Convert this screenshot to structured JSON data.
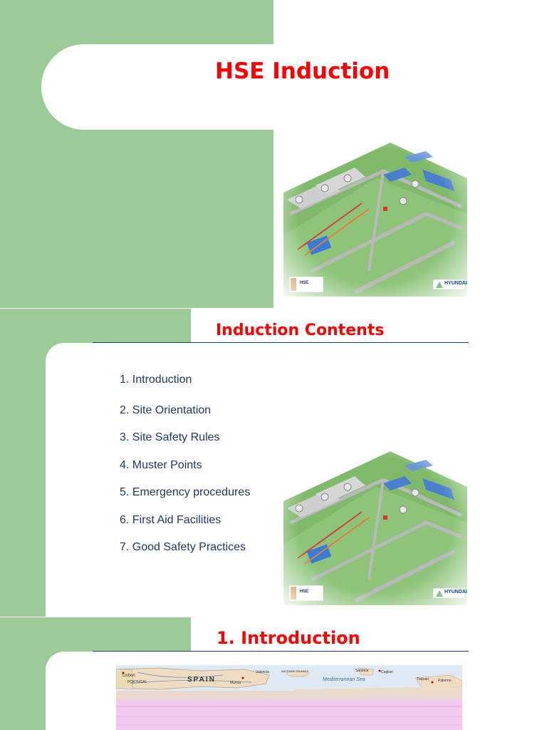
{
  "slide1": {
    "title": "HSE Induction"
  },
  "slide2": {
    "title": "Induction Contents",
    "items": [
      "1. Introduction",
      "2. Site Orientation",
      "3. Site Safety Rules",
      "4. Muster Points",
      "5. Emergency procedures",
      "6. First Aid Facilities",
      "7. Good Safety Practices"
    ]
  },
  "slide3": {
    "title": "1. Introduction",
    "map_labels": {
      "spain": "SPAIN",
      "portugal": "PORTUGAL",
      "lisbon": "Lisbon",
      "med_sea": "Mediterranean Sea",
      "valencia": "Valencia",
      "balearic": "BALEARIC ISLANDS",
      "murcia": "Murcia",
      "sardinia": "Sardinia",
      "cagliari": "Cagliari",
      "trapani": "Trapani",
      "palermo": "Palermo"
    }
  },
  "logos": {
    "hse": "HSE",
    "hyundai": "HYUNDAI"
  },
  "colors": {
    "green_panel": "#9dcb97",
    "title_red": "#ff0000",
    "text_navy": "#1f3864"
  }
}
